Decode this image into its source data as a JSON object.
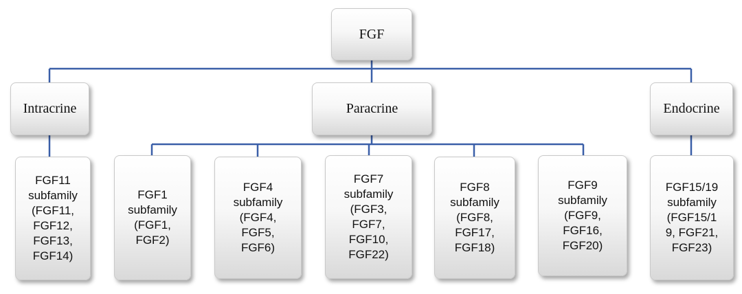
{
  "colors": {
    "connector": "#3a5fa8",
    "box_border": "#c9c9c9"
  },
  "root": {
    "label": "FGF"
  },
  "categories": [
    {
      "label": "Intracrine"
    },
    {
      "label": "Paracrine"
    },
    {
      "label": "Endocrine"
    }
  ],
  "subfamilies": [
    {
      "label": "FGF11\nsubfamily\n(FGF11,\nFGF12,\nFGF13,\nFGF14)"
    },
    {
      "label": "FGF1\nsubfamily\n(FGF1,\nFGF2)"
    },
    {
      "label": "FGF4\nsubfamily\n(FGF4,\nFGF5,\nFGF6)"
    },
    {
      "label": "FGF7\nsubfamily\n(FGF3,\nFGF7,\nFGF10,\nFGF22)"
    },
    {
      "label": "FGF8\nsubfamily\n(FGF8,\nFGF17,\nFGF18)"
    },
    {
      "label": "FGF9\nsubfamily\n(FGF9,\nFGF16,\nFGF20)"
    },
    {
      "label": "FGF15/19\nsubfamily\n(FGF15/1\n9, FGF21,\nFGF23)"
    }
  ]
}
